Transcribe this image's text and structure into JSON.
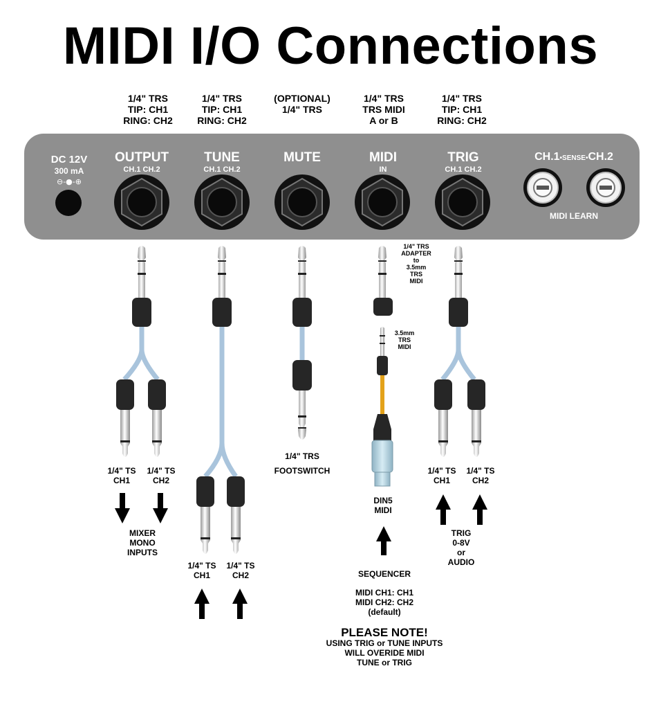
{
  "title": "MIDI I/O Connections",
  "specs": [
    {
      "lines": [
        "1/4\" TRS",
        "TIP: CH1",
        "RING: CH2"
      ]
    },
    {
      "lines": [
        "1/4\" TRS",
        "TIP: CH1",
        "RING: CH2"
      ]
    },
    {
      "lines": [
        "(OPTIONAL)",
        "1/4\" TRS"
      ]
    },
    {
      "lines": [
        "1/4\" TRS",
        "TRS MIDI",
        "A or B"
      ]
    },
    {
      "lines": [
        "1/4\" TRS",
        "TIP: CH1",
        "RING: CH2"
      ]
    }
  ],
  "panel": {
    "dc": {
      "label": "DC 12V",
      "current": "300 mA"
    },
    "jacks": [
      {
        "label": "OUTPUT",
        "sub": "CH.1 CH.2"
      },
      {
        "label": "TUNE",
        "sub": "CH.1 CH.2"
      },
      {
        "label": "MUTE",
        "sub": ""
      },
      {
        "label": "MIDI",
        "sub": "IN"
      },
      {
        "label": "TRIG",
        "sub": "CH.1 CH.2"
      }
    ],
    "sense": {
      "ch1": "CH.1",
      "mid": "SENSE",
      "ch2": "CH.2"
    },
    "midi_learn": "MIDI LEARN"
  },
  "cables": {
    "output": {
      "ch1": [
        "1/4\" TS",
        "CH1"
      ],
      "ch2": [
        "1/4\" TS",
        "CH2"
      ],
      "dest": [
        "MIXER",
        "MONO",
        "INPUTS"
      ]
    },
    "tune": {
      "ch1": [
        "1/4\" TS",
        "CH1"
      ],
      "ch2": [
        "1/4\" TS",
        "CH2"
      ]
    },
    "mute": {
      "type": "1/4\" TRS",
      "dest": "FOOTSWITCH"
    },
    "midi": {
      "adapter": [
        "1/4\" TRS",
        "ADAPTER",
        "to",
        "3.5mm",
        "TRS",
        "MIDI"
      ],
      "mini": [
        "3.5mm",
        "TRS",
        "MIDI"
      ],
      "din": [
        "DIN5",
        "MIDI"
      ],
      "source": "SEQUENCER",
      "channels": [
        "MIDI CH1: CH1",
        "MIDI CH2: CH2",
        "(default)"
      ]
    },
    "trig": {
      "ch1": [
        "1/4\" TS",
        "CH1"
      ],
      "ch2": [
        "1/4\" TS",
        "CH2"
      ],
      "src": [
        "TRIG",
        "0-8V",
        "or",
        "AUDIO"
      ]
    }
  },
  "note": {
    "heading": "PLEASE NOTE!",
    "lines": [
      "USING TRIG or TUNE INPUTS",
      "WILL OVERIDE MIDI",
      "TUNE or TRIG"
    ]
  },
  "colors": {
    "panel": "#8f8f8f",
    "cable": "#a9c4dc",
    "midi_cable": "#e3a21a",
    "din": "#b9d6e2",
    "boot": "#262626"
  }
}
